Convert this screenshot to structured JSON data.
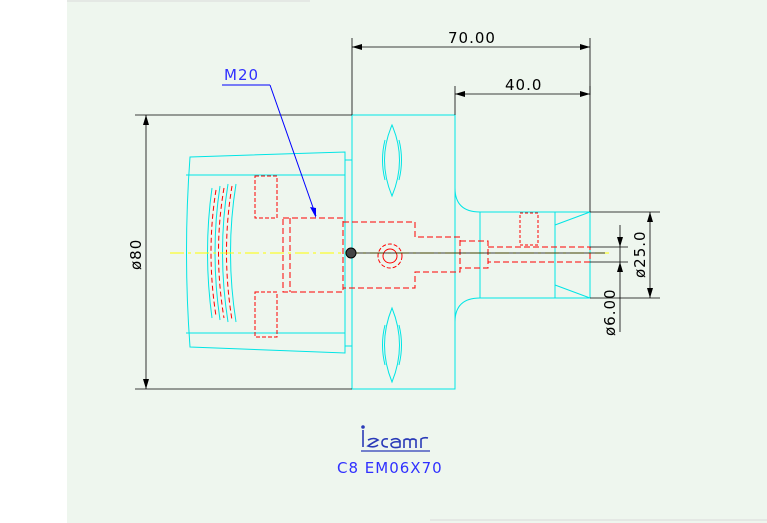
{
  "colors": {
    "panel": "#eef6ee",
    "outline": "#00e5e5",
    "hidden": "#ff0000",
    "dimension": "#000000",
    "leader": "#0000ff",
    "centerline": "#ffff00",
    "caption": "#3030ff",
    "logo": "#2a3ab8"
  },
  "dimensions": {
    "overall_length": "70.00",
    "shank_length": "40.0",
    "body_diameter": "ø80",
    "tip_diameter": "ø25.0",
    "bore_diameter": "ø6.00"
  },
  "thread_label": "M20",
  "logo_text": "iscar",
  "part_number": "C8 EM06X70"
}
